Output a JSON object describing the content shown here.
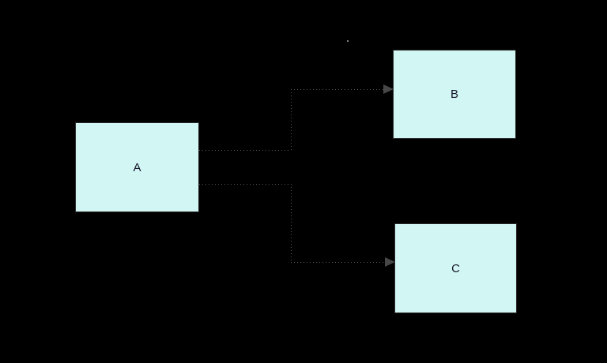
{
  "diagram": {
    "background_color": "#000000",
    "node_fill_color": "#d2f6f4",
    "node_border_color": "#2b2b2b",
    "edge_color": "#565656",
    "arrowhead_color": "#474747",
    "edge_style": "dotted",
    "nodes": [
      {
        "id": "A",
        "label": "A"
      },
      {
        "id": "B",
        "label": "B"
      },
      {
        "id": "C",
        "label": "C"
      }
    ],
    "edges": [
      {
        "from": "A",
        "to": "B",
        "style": "dotted",
        "arrowhead": "filled-triangle"
      },
      {
        "from": "A",
        "to": "C",
        "style": "dotted",
        "arrowhead": "filled-triangle"
      }
    ]
  }
}
